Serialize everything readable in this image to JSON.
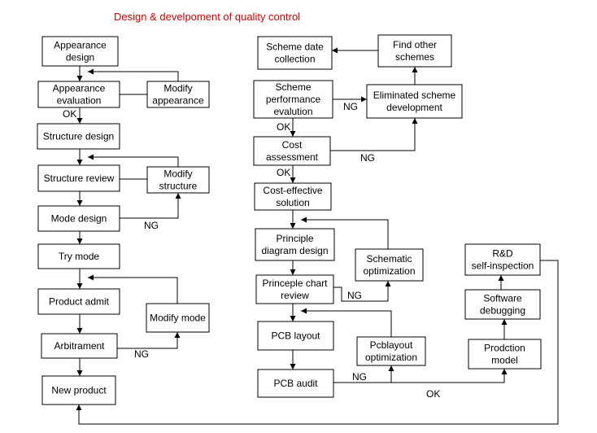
{
  "title": "Design & develpoment of quality control",
  "title_color": "#cc0000",
  "nodes": {
    "appearance_design": [
      "Appearance",
      "design"
    ],
    "appearance_evaluation": [
      "Appearance",
      "evaluation"
    ],
    "modify_appearance": [
      "Modify",
      "appearance"
    ],
    "structure_design": [
      "Structure design"
    ],
    "structure_review": [
      "Structure review"
    ],
    "modify_structure": [
      "Modify",
      "structure"
    ],
    "mode_design": [
      "Mode design"
    ],
    "try_mode": [
      "Try mode"
    ],
    "product_admit": [
      "Product admit"
    ],
    "modify_mode": [
      "Modify mode"
    ],
    "arbitrament": [
      "Arbitrament"
    ],
    "new_product": [
      "New product"
    ],
    "scheme_date_collection": [
      "Scheme date",
      "collection"
    ],
    "find_other_schemes": [
      "Find other",
      "schemes"
    ],
    "scheme_performance_evaluation": [
      "Scheme",
      "performance",
      "evalution"
    ],
    "eliminated_scheme_development": [
      "Eliminated scheme",
      "development"
    ],
    "cost_assessment": [
      "Cost",
      "assessment"
    ],
    "cost_effective_solution": [
      "Cost-effective",
      "solution"
    ],
    "principle_diagram_design": [
      "Principle",
      "diagram design"
    ],
    "schematic_optimization": [
      "Schematic",
      "optimization"
    ],
    "principle_chart_review": [
      "Princeple chart",
      "review"
    ],
    "pcb_layout": [
      "PCB layout"
    ],
    "pcblayout_optimization": [
      "Pcblayout",
      "optimization"
    ],
    "pcb_audit": [
      "PCB audit"
    ],
    "rd_self_inspection": [
      "R&D",
      "self-inspection"
    ],
    "software_debugging": [
      "Software",
      "debugging"
    ],
    "prodction_model": [
      "Prodction",
      "model"
    ]
  },
  "labels": {
    "ok_appearance": "OK",
    "ng_mode_design": "NG",
    "ng_arbitrament": "NG",
    "ng_scheme_performance": "NG",
    "ok_scheme_performance": "OK",
    "ng_cost_assessment": "NG",
    "ok_cost_assessment": "OK",
    "ng_principle_chart": "NG",
    "ng_pcb_audit": "NG",
    "ok_pcb_audit": "OK"
  }
}
